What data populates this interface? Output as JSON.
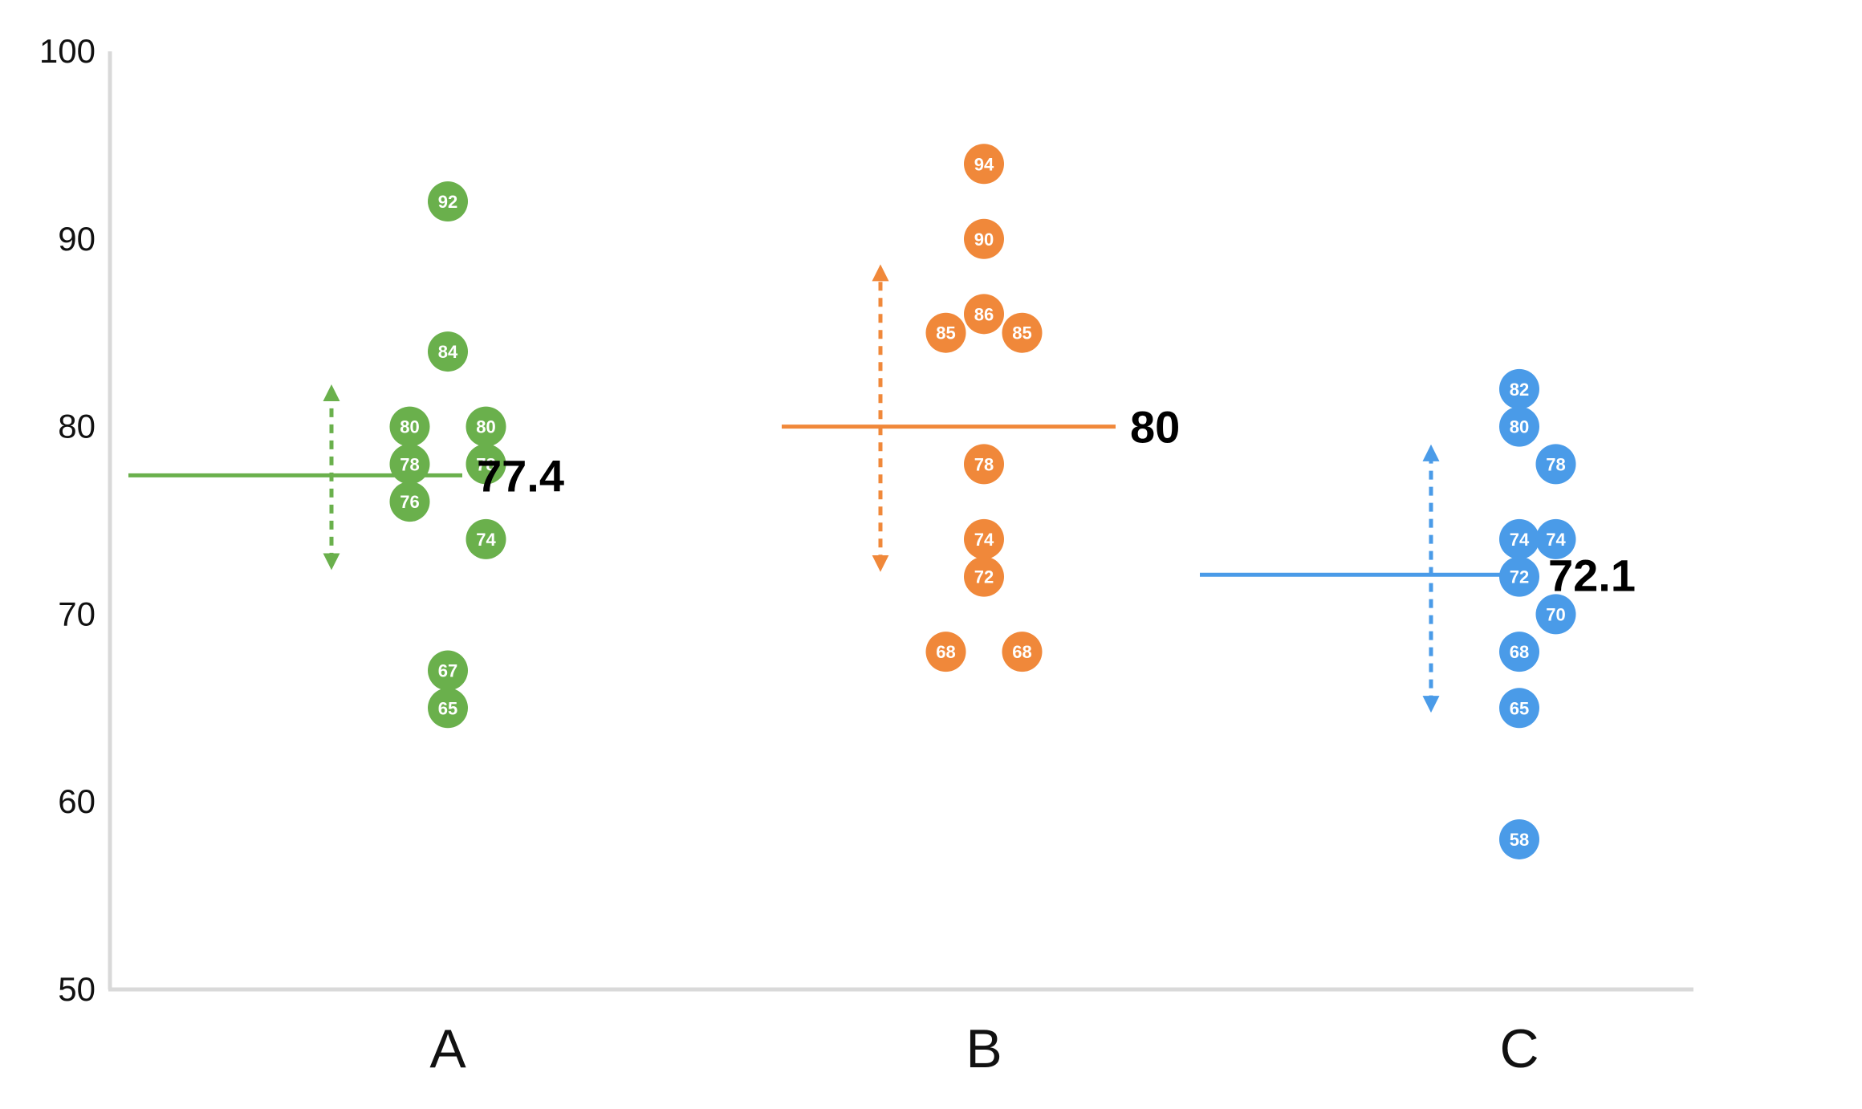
{
  "chart_data": {
    "type": "scatter",
    "title": "",
    "xlabel": "",
    "ylabel": "",
    "ylim": [
      50,
      100
    ],
    "yticks": [
      50,
      60,
      70,
      80,
      90,
      100
    ],
    "categories": [
      "A",
      "B",
      "C"
    ],
    "grid": false,
    "legend": "none",
    "series": [
      {
        "category": "A",
        "color": "#6ab04c",
        "mean": 77.4,
        "mean_label": "77.4",
        "spread": [
          72.8,
          81.8
        ],
        "points": [
          {
            "value": 92,
            "label": "92",
            "column": 0
          },
          {
            "value": 84,
            "label": "84",
            "column": 0
          },
          {
            "value": 80,
            "label": "80",
            "column": -1
          },
          {
            "value": 80,
            "label": "80",
            "column": 1
          },
          {
            "value": 78,
            "label": "78",
            "column": -1
          },
          {
            "value": 78,
            "label": "78",
            "column": 1
          },
          {
            "value": 76,
            "label": "76",
            "column": -1
          },
          {
            "value": 74,
            "label": "74",
            "column": 1
          },
          {
            "value": 67,
            "label": "67",
            "column": 0
          },
          {
            "value": 65,
            "label": "65",
            "column": 0
          }
        ]
      },
      {
        "category": "B",
        "color": "#f0883a",
        "mean": 80,
        "mean_label": "80",
        "spread": [
          72.7,
          88.2
        ],
        "points": [
          {
            "value": 94,
            "label": "94",
            "column": 0
          },
          {
            "value": 90,
            "label": "90",
            "column": 0
          },
          {
            "value": 86,
            "label": "86",
            "column": 0
          },
          {
            "value": 85,
            "label": "85",
            "column": -1
          },
          {
            "value": 85,
            "label": "85",
            "column": 1
          },
          {
            "value": 78,
            "label": "78",
            "column": 0
          },
          {
            "value": 74,
            "label": "74",
            "column": 0
          },
          {
            "value": 72,
            "label": "72",
            "column": 0
          },
          {
            "value": 68,
            "label": "68",
            "column": -1
          },
          {
            "value": 68,
            "label": "68",
            "column": 1
          }
        ]
      },
      {
        "category": "C",
        "color": "#4a9be8",
        "mean": 72.1,
        "mean_label": "72.1",
        "spread": [
          65.2,
          78.6
        ],
        "points": [
          {
            "value": 82,
            "label": "82",
            "column": 0
          },
          {
            "value": 80,
            "label": "80",
            "column": 0
          },
          {
            "value": 78,
            "label": "78",
            "column": 1
          },
          {
            "value": 74,
            "label": "74",
            "column": 0
          },
          {
            "value": 74,
            "label": "74",
            "column": 1
          },
          {
            "value": 72,
            "label": "72",
            "column": 0
          },
          {
            "value": 70,
            "label": "70",
            "column": 1
          },
          {
            "value": 68,
            "label": "68",
            "column": 0
          },
          {
            "value": 65,
            "label": "65",
            "column": 0
          },
          {
            "value": 58,
            "label": "58",
            "column": 0
          }
        ]
      }
    ]
  }
}
